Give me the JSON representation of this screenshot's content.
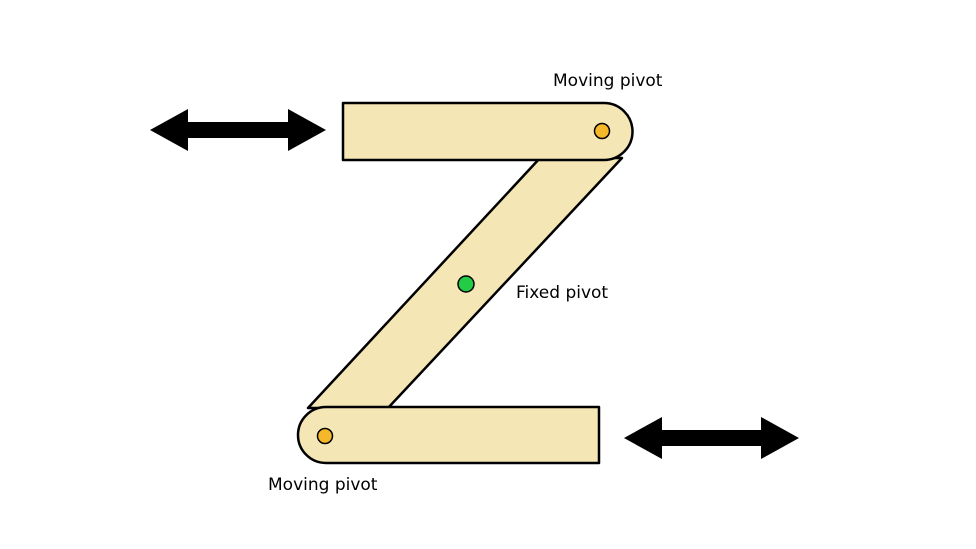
{
  "colors": {
    "background": "#ffffff",
    "link_fill": "#f5e6b5",
    "outline": "#000000",
    "moving_pivot": "#f5b82a",
    "fixed_pivot": "#22cc44",
    "arrow": "#000000"
  },
  "labels": {
    "moving_pivot_top": "Moving pivot",
    "fixed_pivot": "Fixed pivot",
    "moving_pivot_bottom": "Moving pivot"
  },
  "icons": {
    "left_arrow": "double-headed-arrow-icon",
    "right_arrow": "double-headed-arrow-icon"
  }
}
